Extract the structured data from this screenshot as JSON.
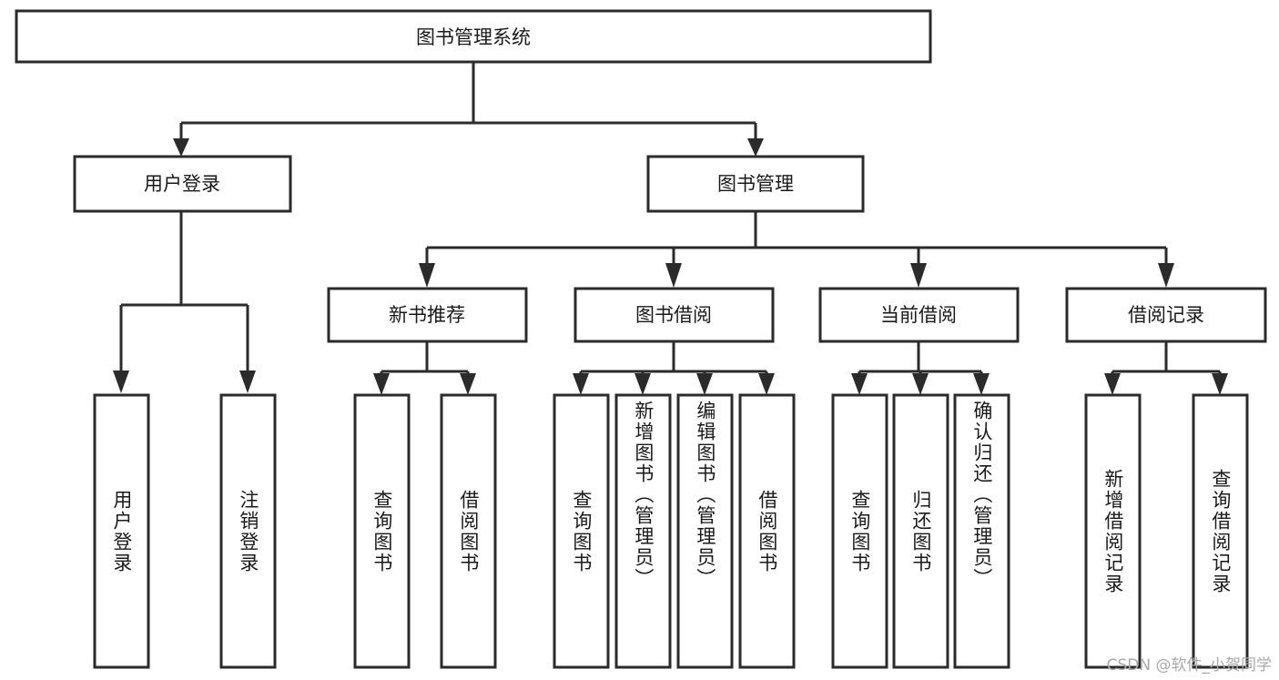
{
  "diagram": {
    "type": "tree",
    "title": "图书管理系统",
    "root": {
      "id": "root",
      "label": "图书管理系统"
    },
    "level2": [
      {
        "id": "user-login",
        "label": "用户登录"
      },
      {
        "id": "book-manage",
        "label": "图书管理"
      }
    ],
    "level3": [
      {
        "id": "new-book-rec",
        "label": "新书推荐",
        "parent": "book-manage"
      },
      {
        "id": "book-borrow",
        "label": "图书借阅",
        "parent": "book-manage"
      },
      {
        "id": "current-borrow",
        "label": "当前借阅",
        "parent": "book-manage"
      },
      {
        "id": "borrow-record",
        "label": "借阅记录",
        "parent": "book-manage"
      }
    ],
    "leaves": [
      {
        "id": "leaf-user-login",
        "label": "用户登录",
        "parent": "user-login"
      },
      {
        "id": "leaf-logout",
        "label": "注销登录",
        "parent": "user-login"
      },
      {
        "id": "leaf-query-book-1",
        "label": "查询图书",
        "parent": "new-book-rec"
      },
      {
        "id": "leaf-borrow-book-1",
        "label": "借阅图书",
        "parent": "new-book-rec"
      },
      {
        "id": "leaf-query-book-2",
        "label": "查询图书",
        "parent": "book-borrow"
      },
      {
        "id": "leaf-add-book",
        "label": "新增图书（管理员）",
        "parent": "book-borrow"
      },
      {
        "id": "leaf-edit-book",
        "label": "编辑图书（管理员）",
        "parent": "book-borrow"
      },
      {
        "id": "leaf-borrow-book-2",
        "label": "借阅图书",
        "parent": "book-borrow"
      },
      {
        "id": "leaf-query-book-3",
        "label": "查询图书",
        "parent": "current-borrow"
      },
      {
        "id": "leaf-return-book",
        "label": "归还图书",
        "parent": "current-borrow"
      },
      {
        "id": "leaf-confirm-return",
        "label": "确认归还（管理员）",
        "parent": "current-borrow"
      },
      {
        "id": "leaf-add-record",
        "label": "新增借阅记录",
        "parent": "borrow-record"
      },
      {
        "id": "leaf-query-record",
        "label": "查询借阅记录",
        "parent": "borrow-record"
      }
    ]
  },
  "watermark": {
    "text": "CSDN @软件_小贺同学"
  },
  "colors": {
    "stroke": "#2b2b2b",
    "fill": "#ffffff",
    "text": "#1a1a1a",
    "watermark": "#a9a9a9"
  }
}
